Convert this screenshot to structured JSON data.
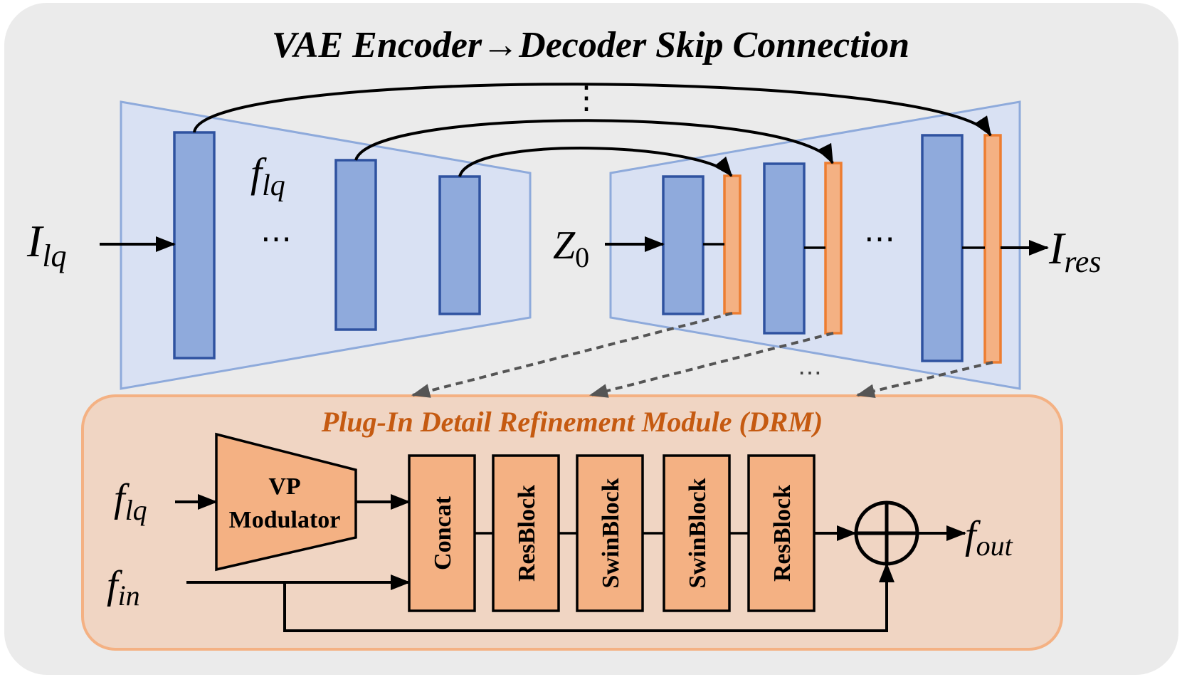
{
  "top_title": "VAE Encoder→Decoder Skip Connection",
  "drm_title": "Plug-In Detail Refinement Module (DRM)",
  "labels": {
    "input_base": "I",
    "input_sub": "lq",
    "feature_base": "f",
    "feature_sub": "lq",
    "latent_base": "Z",
    "latent_sub": "0",
    "output_base": "I",
    "output_sub": "res",
    "ellipsis": "⋯",
    "vertical_dots": "⋮",
    "drm_in_lq_base": "f",
    "drm_in_lq_sub": "lq",
    "drm_in_base": "f",
    "drm_in_sub": "in",
    "drm_out_base": "f",
    "drm_out_sub": "out"
  },
  "drm_blocks": {
    "vp_line1": "VP",
    "vp_line2": "Modulator",
    "concat": "Concat",
    "resblock1": "ResBlock",
    "swinblock1": "SwinBlock",
    "swinblock2": "SwinBlock",
    "resblock2": "ResBlock"
  },
  "colors": {
    "outer_bg": "#ebebeb",
    "trapezoid_fill": "#d9e1f3",
    "trapezoid_stroke": "#8eaadb",
    "encoder_block_fill": "#8faadc",
    "encoder_block_stroke": "#2f52a0",
    "decoder_orange_fill": "#f4b183",
    "decoder_orange_stroke": "#ed7d31",
    "drm_panel_fill": "#f0d5c3",
    "drm_panel_stroke": "#f4b183",
    "drm_block_fill": "#f4b183",
    "drm_title_color": "#c55a11"
  }
}
